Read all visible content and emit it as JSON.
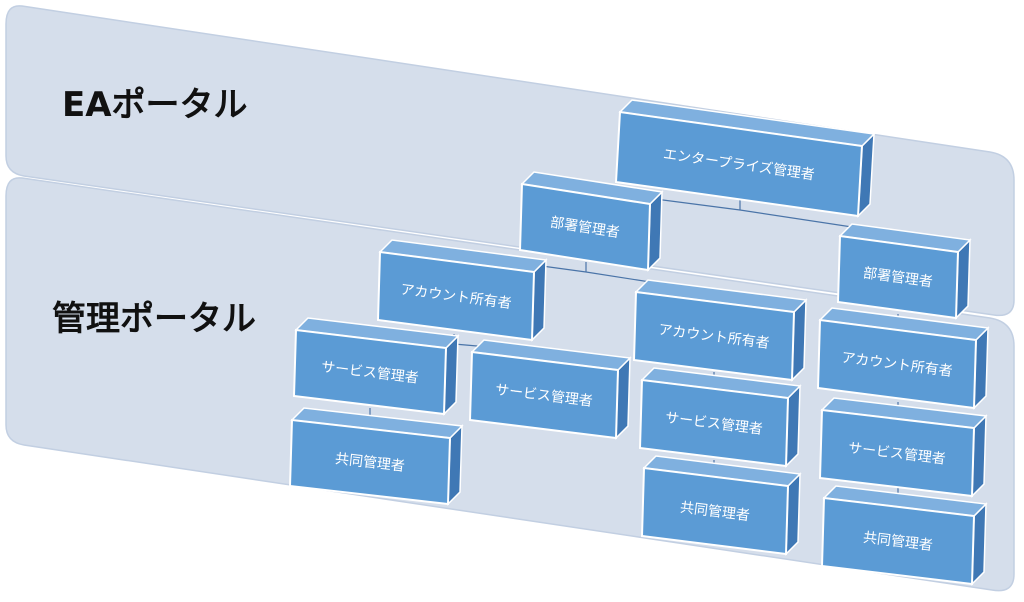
{
  "portals": {
    "ea": {
      "label": "EAポータル"
    },
    "management": {
      "label": "管理ポータル"
    }
  },
  "nodes": {
    "enterprise_admin": "エンタープライズ管理者",
    "dept_admin_left": "部署管理者",
    "dept_admin_right": "部署管理者",
    "account_owner_1": "アカウント所有者",
    "account_owner_2": "アカウント所有者",
    "account_owner_3": "アカウント所有者",
    "service_admin_1": "サービス管理者",
    "service_admin_2": "サービス管理者",
    "service_admin_3": "サービス管理者",
    "service_admin_4": "サービス管理者",
    "co_admin_1": "共同管理者",
    "co_admin_2": "共同管理者",
    "co_admin_3": "共同管理者"
  },
  "colors": {
    "panel_fill": "#d5deeb",
    "panel_edge": "#c2cfe2",
    "node_front": "#5b9bd5",
    "node_side": "#3f78b5",
    "node_top": "#7fb0df",
    "connector": "#4a74a8",
    "label_text": "#111111",
    "node_text": "#ffffff"
  }
}
